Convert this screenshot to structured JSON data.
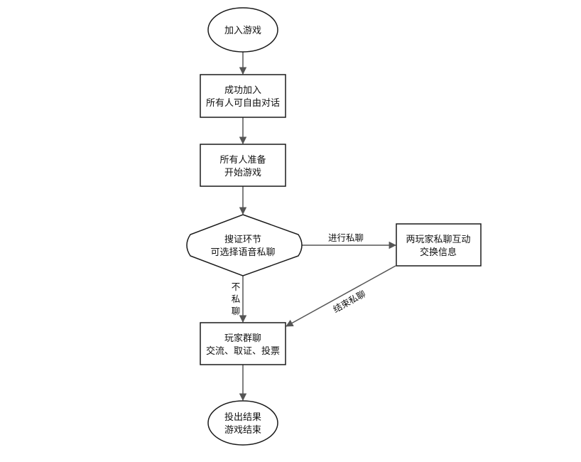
{
  "diagram": {
    "nodes": {
      "join_game": {
        "lines": [
          "加入游戏"
        ]
      },
      "join_success": {
        "lines": [
          "成功加入",
          "所有人可自由对话"
        ]
      },
      "ready": {
        "lines": [
          "所有人准备",
          "开始游戏"
        ]
      },
      "search_evidence": {
        "lines": [
          "搜证环节",
          "可选择语音私聊"
        ]
      },
      "private_chat": {
        "lines": [
          "两玩家私聊互动",
          "交换信息"
        ]
      },
      "group_chat": {
        "lines": [
          "玩家群聊",
          "交流、取证、投票"
        ]
      },
      "result": {
        "lines": [
          "投出结果",
          "游戏结束"
        ]
      }
    },
    "edges": {
      "private_chat_label": "进行私聊",
      "end_private_chat_label": "结束私聊",
      "no_private_chat_label": "不私聊"
    }
  }
}
